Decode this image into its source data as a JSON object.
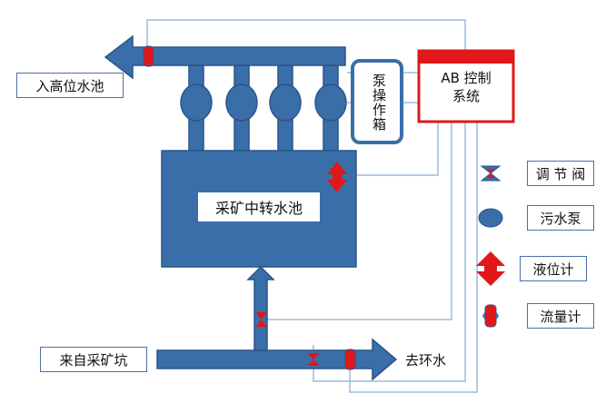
{
  "labels": {
    "high_pool": "入高位水池",
    "tank": "采矿中转水池",
    "pump_box": "泵操作箱",
    "control_line1": "AB 控制",
    "control_line2": "系统",
    "source": "来自采矿坑",
    "ring_water": "去环水"
  },
  "legend": [
    {
      "icon": "valve-icon",
      "label": "调 节 阀"
    },
    {
      "icon": "pump-icon",
      "label": "污水泵"
    },
    {
      "icon": "level-gauge-icon",
      "label": "液位计"
    },
    {
      "icon": "flowmeter-icon",
      "label": "流量计"
    }
  ],
  "colors": {
    "pipe": "#3a6ea8",
    "pipe_edge": "#28558a",
    "control_border": "#e01818",
    "signal_line": "#9bbbe0",
    "gauge_red": "#e01818"
  }
}
